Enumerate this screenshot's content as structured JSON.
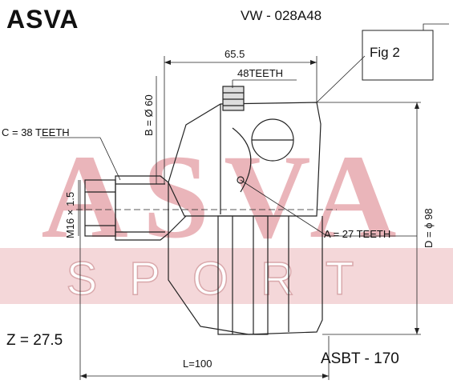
{
  "brand": "ASVA",
  "part_number": "VW - 028A48",
  "figure_label": "Fig 2",
  "watermark": {
    "main": "ASVA",
    "sub": "SPORT"
  },
  "dimensions": {
    "overall_top": "65.5",
    "outer_teeth": "48TEETH",
    "b_diameter": "B = Ø 60",
    "c_teeth": "C = 38 TEETH",
    "thread": "M16 × 1.5",
    "a_teeth": "A = 27 TEETH",
    "d_diameter": "D = ϕ 98",
    "length": "L=100"
  },
  "z_value": "Z = 27.5",
  "catalog_code": "ASBT - 170",
  "colors": {
    "watermark": "#e7a9ae",
    "watermark_band": "#ecc3c6",
    "line": "#222222"
  }
}
